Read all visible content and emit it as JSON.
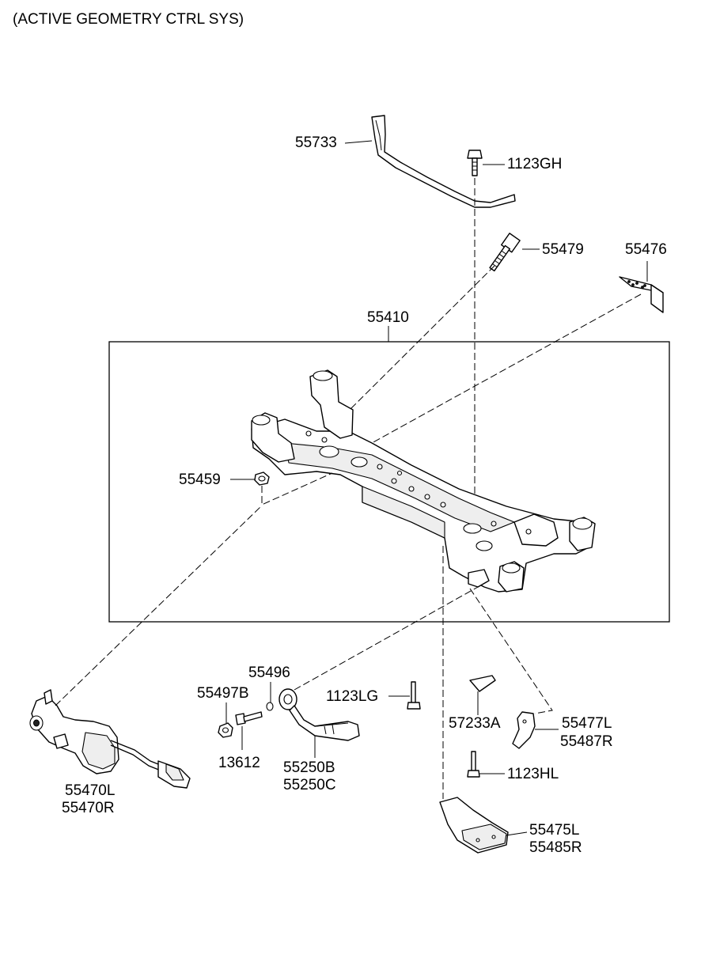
{
  "title": "(ACTIVE GEOMETRY CTRL SYS)",
  "parts": [
    {
      "id": "p55733",
      "label": "55733"
    },
    {
      "id": "p1123GH",
      "label": "1123GH"
    },
    {
      "id": "p55479",
      "label": "55479"
    },
    {
      "id": "p55476",
      "label": "55476"
    },
    {
      "id": "p55410",
      "label": "55410"
    },
    {
      "id": "p55459",
      "label": "55459"
    },
    {
      "id": "p55496",
      "label": "55496"
    },
    {
      "id": "p55497B",
      "label": "55497B"
    },
    {
      "id": "p1123LG",
      "label": "1123LG"
    },
    {
      "id": "p57233A",
      "label": "57233A"
    },
    {
      "id": "p55477L",
      "label": "55477L"
    },
    {
      "id": "p55487R",
      "label": "55487R"
    },
    {
      "id": "p13612",
      "label": "13612"
    },
    {
      "id": "p55250B",
      "label": "55250B"
    },
    {
      "id": "p55250C",
      "label": "55250C"
    },
    {
      "id": "p1123HL",
      "label": "1123HL"
    },
    {
      "id": "p55470L",
      "label": "55470L"
    },
    {
      "id": "p55470R",
      "label": "55470R"
    },
    {
      "id": "p55475L",
      "label": "55475L"
    },
    {
      "id": "p55485R",
      "label": "55485R"
    }
  ]
}
